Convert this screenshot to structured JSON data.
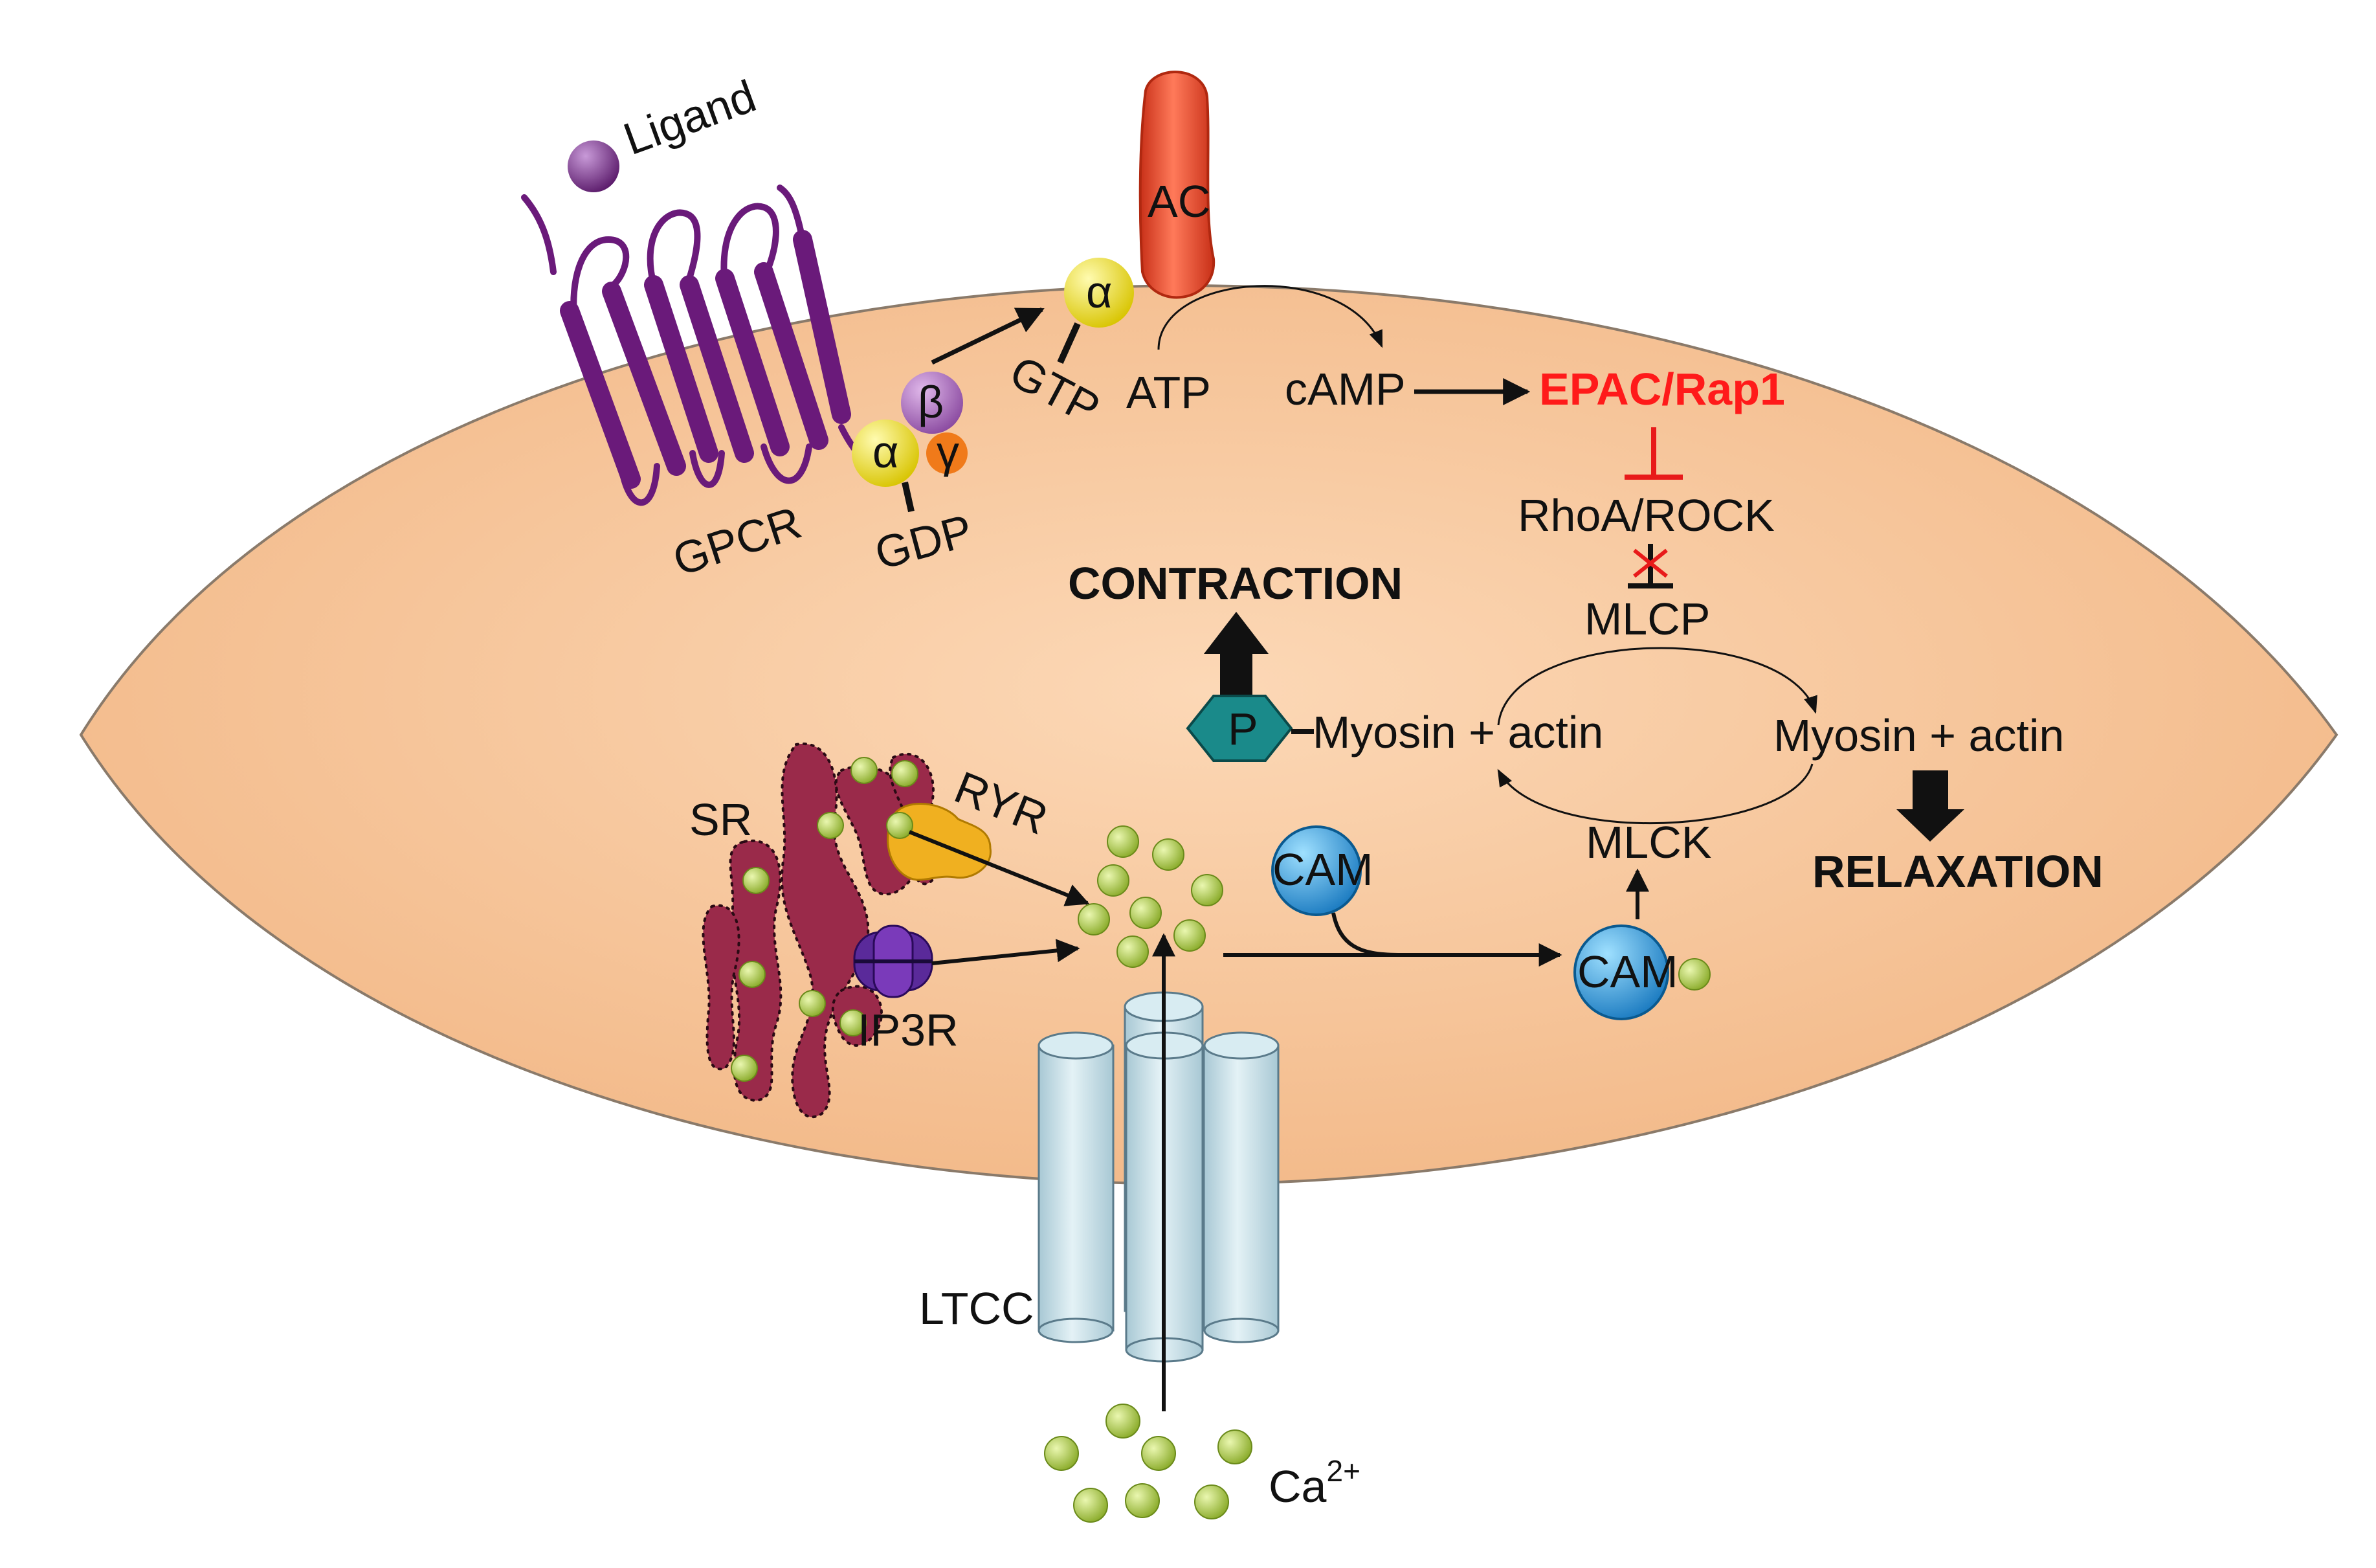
{
  "labels": {
    "ligand": "Ligand",
    "gpcr": "GPCR",
    "alpha": "α",
    "beta": "β",
    "gamma": "γ",
    "gdp": "GDP",
    "gtp": "GTP",
    "ac": "AC",
    "atp": "ATP",
    "camp": "cAMP",
    "epac_rap1": "EPAC/Rap1",
    "rhoa_rock": "RhoA/ROCK",
    "mlcp": "MLCP",
    "contraction": "CONTRACTION",
    "relaxation": "RELAXATION",
    "p": "P",
    "myosin_actin_left": "Myosin + actin",
    "myosin_actin_right": "Myosin + actin",
    "mlck": "MLCK",
    "cam_free": "CAM",
    "cam_bound": "CAM",
    "sr": "SR",
    "ryr": "RYR",
    "ip3r": "IP3R",
    "ltcc": "LTCC",
    "ca_base": "Ca",
    "ca_charge": "2+"
  },
  "colors": {
    "cell_fill": "#f8c9a0",
    "cell_stroke": "#7a6a5a",
    "gpcr": "#6a1a7a",
    "ligand": "#7a2a8a",
    "alpha": "#f2e21a",
    "beta": "#a060b0",
    "gamma": "#f07a1a",
    "ac": "#e8492a",
    "epac": "#ff1a1a",
    "inhibition": "#e81a1a",
    "cam": "#2aa0e0",
    "phosphate": "#1a8a8a",
    "calcium": "#b8d85a",
    "sr": "#9a2a4a",
    "ryr": "#f0b020",
    "ip3r": "#5a2a9a",
    "ltcc": "#c8e0ea"
  }
}
